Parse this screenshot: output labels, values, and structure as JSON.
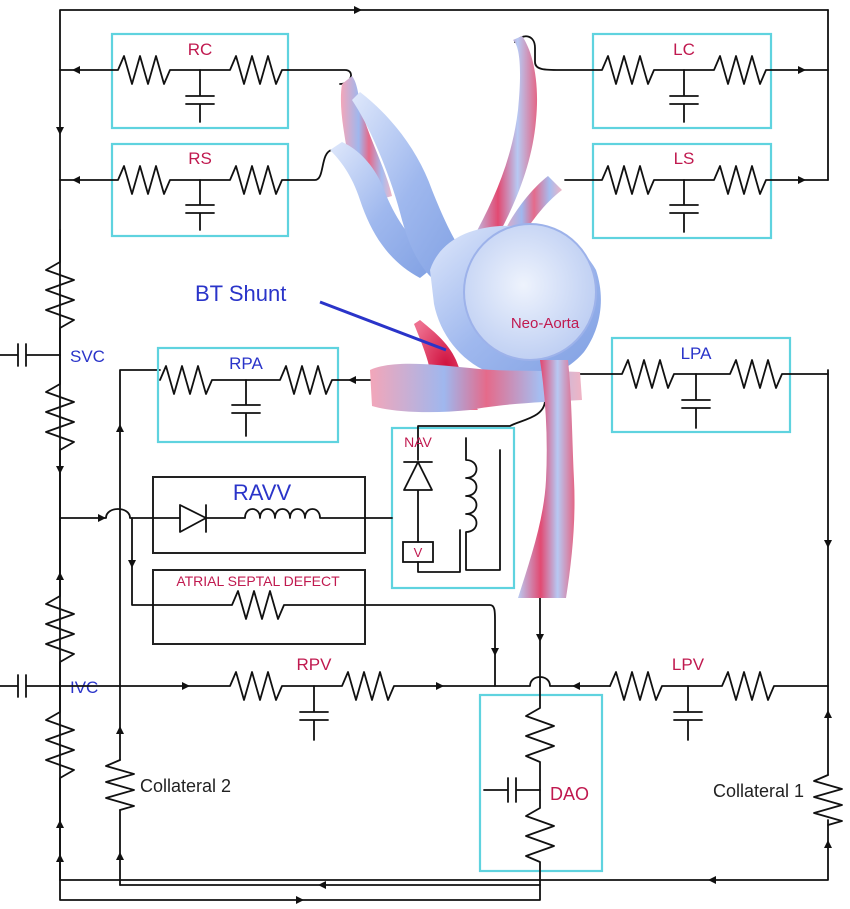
{
  "labels": {
    "rc": "RC",
    "rs": "RS",
    "lc": "LC",
    "ls": "LS",
    "rpa": "RPA",
    "lpa": "LPA",
    "svc": "SVC",
    "ivc": "IVC",
    "bt_shunt": "BT Shunt",
    "neo_aorta": "Neo-Aorta",
    "nav": "NAV",
    "v": "V",
    "ravv": "RAVV",
    "asd": "ATRIAL SEPTAL DEFECT",
    "rpv": "RPV",
    "lpv": "LPV",
    "dao": "DAO",
    "collateral_1": "Collateral 1",
    "collateral_2": "Collateral 2"
  },
  "colors": {
    "block_border": "#5fd3df",
    "label_red": "#c0194f",
    "label_blue": "#2a34c9",
    "vessel_blue": "#a9bff0",
    "vessel_red": "#e0315f"
  }
}
